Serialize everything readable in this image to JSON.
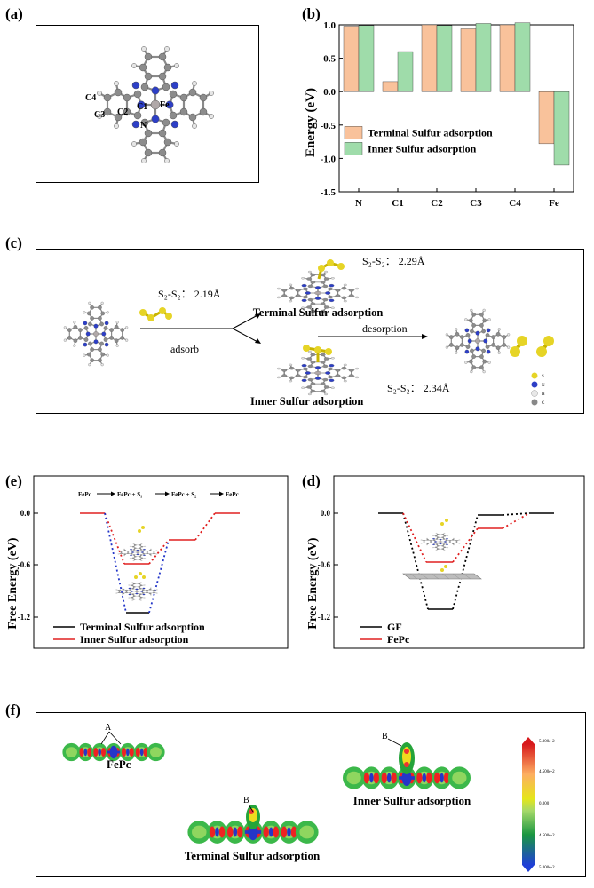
{
  "panels": {
    "a": {
      "label": "(a)",
      "atoms": {
        "c4": "C4",
        "c3": "C3",
        "c2": "C2",
        "c1": "C1",
        "fe": "Fe",
        "n": "N"
      }
    },
    "b": {
      "label": "(b)"
    },
    "c": {
      "label": "(c)",
      "s2_initial": "S₂-S₂： 2.19Å",
      "s2_terminal": "S₂-S₂： 2.29Å",
      "s2_inner": "S₂-S₂： 2.34Å",
      "terminal_label": "Terminal Sulfur adsorption",
      "inner_label": "Inner Sulfur adsorption",
      "adsorb": "adsorb",
      "desorption": "desorption",
      "legend": {
        "s": "S",
        "n": "N",
        "h": "H",
        "c": "C"
      }
    },
    "e": {
      "label": "(e)",
      "pathway": [
        "FePc",
        "FePc + S₁",
        "FePc + S₂",
        "FePc"
      ],
      "ylabel": "Free Energy (eV)",
      "yticks": [
        "0.0",
        "-0.6",
        "-1.2"
      ],
      "legend": [
        "Terminal Sulfur adsorption",
        "Inner Sulfur adsorption"
      ],
      "colors": {
        "terminal": "#000000",
        "inner": "#e02020"
      }
    },
    "d": {
      "label": "(d)",
      "ylabel": "Free Energy (eV)",
      "yticks": [
        "0.0",
        "-0.6",
        "-1.2"
      ],
      "legend": [
        "GF",
        "FePc"
      ],
      "colors": {
        "gf": "#000000",
        "fepc": "#e02020"
      }
    },
    "f": {
      "label": "(f)",
      "fepc": "FePc",
      "terminal": "Terminal Sulfur adsorption",
      "inner": "Inner Sulfur adsorption",
      "marker_a": "A",
      "marker_b1": "B",
      "marker_b2": "B",
      "colorbar": [
        "5.000e-2",
        "4.500e-2",
        "0.000",
        "4.500e-2",
        "5.000e-2"
      ]
    }
  },
  "chart_data": {
    "type": "bar",
    "categories": [
      "N",
      "C1",
      "C2",
      "C3",
      "C4",
      "Fe"
    ],
    "series": [
      {
        "name": "Terminal Sulfur adsorption",
        "values": [
          0.98,
          0.15,
          1.0,
          0.94,
          1.0,
          -0.78
        ],
        "color": "#f9c29b"
      },
      {
        "name": "Inner Sulfur adsorption",
        "values": [
          0.99,
          0.6,
          0.99,
          1.02,
          1.03,
          -1.1
        ],
        "color": "#9fdcaa"
      }
    ],
    "ylabel": "Energy (eV)",
    "ylim": [
      -1.5,
      1.0
    ],
    "yticks": [
      "1.0",
      "0.5",
      "0.0",
      "-0.5",
      "-1.0",
      "-1.5"
    ],
    "legend_position": "bottom-left"
  }
}
